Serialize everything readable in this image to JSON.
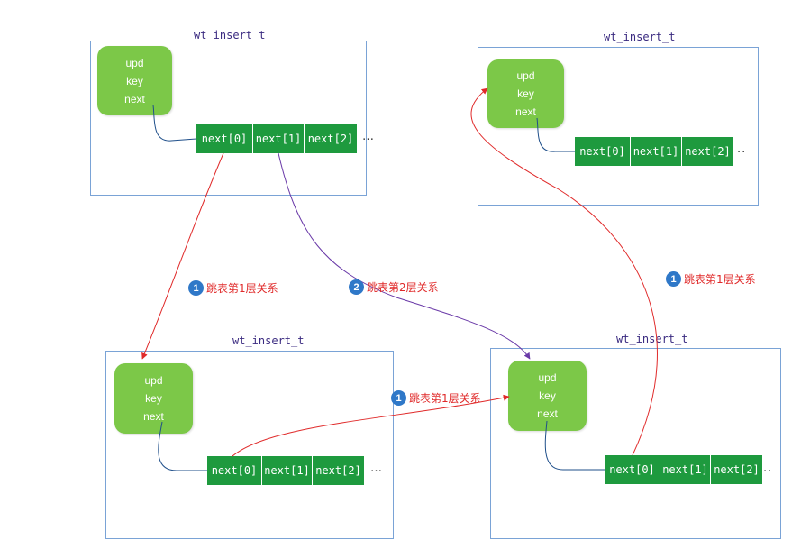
{
  "structs": [
    {
      "title": "wt_insert_t",
      "fields": [
        "upd",
        "key",
        "next"
      ],
      "pointers": [
        "next[0]",
        "next[1]",
        "next[2]"
      ],
      "ellipsis": "…"
    },
    {
      "title": "wt_insert_t",
      "fields": [
        "upd",
        "key",
        "next"
      ],
      "pointers": [
        "next[0]",
        "next[1]",
        "next[2]"
      ],
      "ellipsis": ".."
    },
    {
      "title": "wt_insert_t",
      "fields": [
        "upd",
        "key",
        "next"
      ],
      "pointers": [
        "next[0]",
        "next[1]",
        "next[2]"
      ],
      "ellipsis": "…"
    },
    {
      "title": "wt_insert_t",
      "fields": [
        "upd",
        "key",
        "next"
      ],
      "pointers": [
        "next[0]",
        "next[1]",
        "next[2]"
      ],
      "ellipsis": ".."
    }
  ],
  "links": [
    {
      "number": "1",
      "label": "跳表第1层关系"
    },
    {
      "number": "2",
      "label": "跳表第2层关系"
    },
    {
      "number": "1",
      "label": "跳表第1层关系"
    },
    {
      "number": "1",
      "label": "跳表第1层关系"
    }
  ],
  "colors": {
    "box_border": "#7aa3d6",
    "node_fill": "#7cc848",
    "pointer_fill": "#1e9a3e",
    "level1_line": "#e02a2a",
    "level2_line": "#6a3aa8",
    "internal_line": "#1f4f8a",
    "badge": "#2f78c8"
  }
}
